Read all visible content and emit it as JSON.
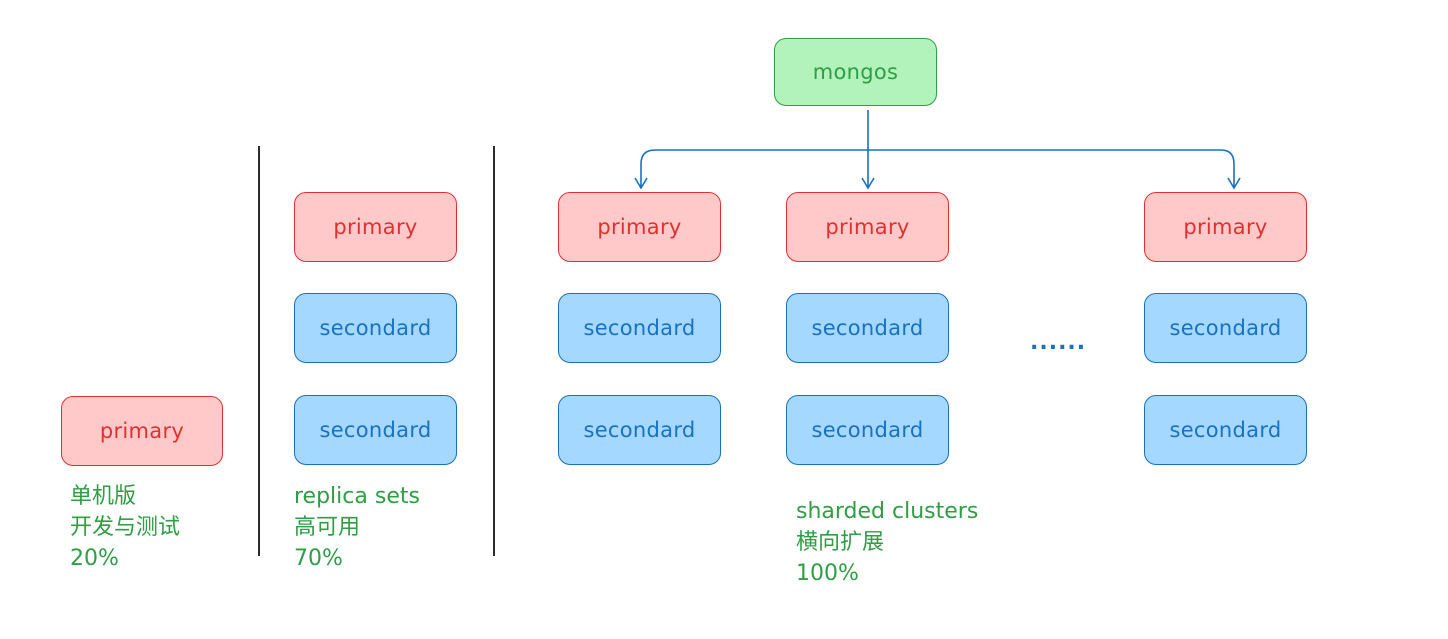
{
  "router": {
    "label": "mongos"
  },
  "standalone": {
    "node": "primary",
    "caption": [
      "单机版",
      "开发与测试",
      "20%"
    ]
  },
  "replica": {
    "nodes": [
      "primary",
      "secondard",
      "secondard"
    ],
    "caption": [
      "replica sets",
      "高可用",
      "70%"
    ]
  },
  "sharded": {
    "shards": [
      {
        "nodes": [
          "primary",
          "secondard",
          "secondard"
        ]
      },
      {
        "nodes": [
          "primary",
          "secondard",
          "secondard"
        ]
      },
      {
        "nodes": [
          "primary",
          "secondard",
          "secondard"
        ]
      }
    ],
    "ellipsis": "......",
    "caption": [
      "sharded clusters",
      "横向扩展",
      "100%"
    ]
  },
  "colors": {
    "primary_fill": "#ffc9c9",
    "primary_stroke": "#e03131",
    "secondary_fill": "#a5d8ff",
    "secondary_stroke": "#1971c2",
    "router_fill": "#b2f2bb",
    "router_stroke": "#2f9e44",
    "caption_text": "#2f9e44"
  }
}
